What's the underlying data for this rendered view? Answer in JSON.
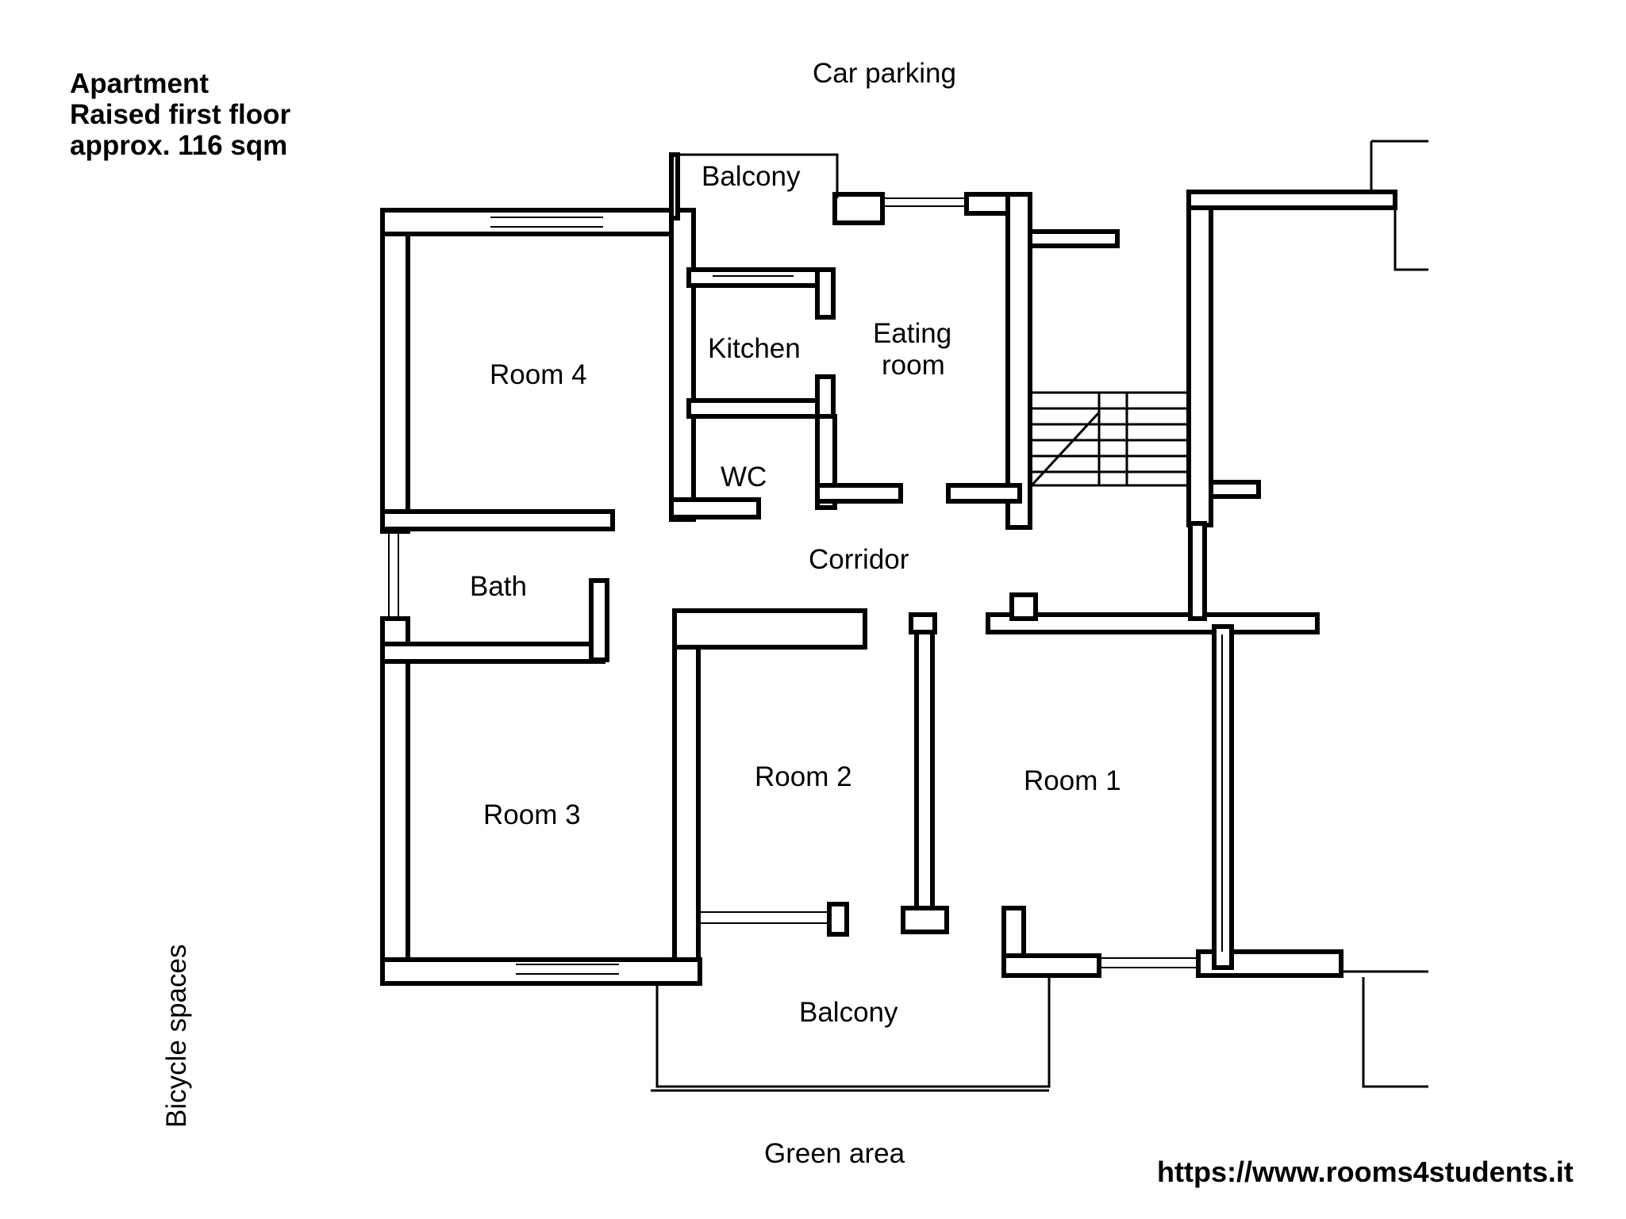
{
  "header": {
    "line1": "Apartment",
    "line2": "Raised first floor",
    "line3": "approx. 116 sqm"
  },
  "surroundings": {
    "top": "Car parking",
    "bottom": "Green area",
    "left": "Bicycle spaces"
  },
  "rooms": {
    "balcony_top": "Balcony",
    "kitchen": "Kitchen",
    "eating_line1": "Eating",
    "eating_line2": "room",
    "room4": "Room 4",
    "wc": "WC",
    "bath": "Bath",
    "corridor": "Corridor",
    "room3": "Room 3",
    "room2": "Room 2",
    "room1": "Room 1",
    "balcony_bottom": "Balcony"
  },
  "footer": {
    "url": "https://www.rooms4students.it"
  }
}
